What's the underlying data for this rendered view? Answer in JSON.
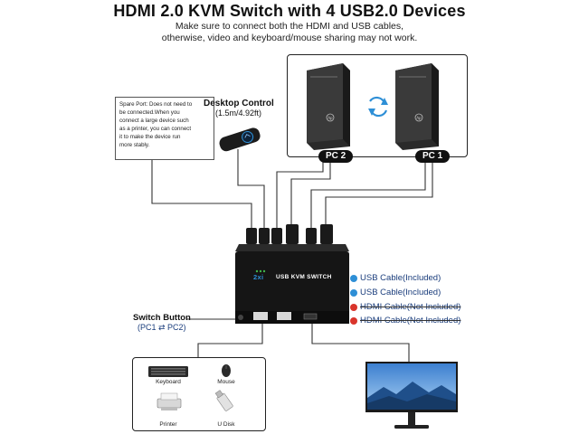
{
  "header": {
    "title": "HDMI 2.0 KVM Switch with 4 USB2.0 Devices",
    "subtitle_line1": "Make sure to connect both the HDMI and USB cables,",
    "subtitle_line2": "otherwise, video and keyboard/mouse sharing may not work."
  },
  "computers": {
    "pc2_label": "PC 2",
    "pc1_label": "PC 1",
    "pc_brand_icon": "hp-logo-icon",
    "swap_icon": "sync-arrows-icon"
  },
  "spare_port": {
    "line1": "Spare Port: Does not need to",
    "line2": "be connected.When you",
    "line3": "connect a large device such",
    "line4": "as a printer, you can connect",
    "line5": "it to make the device run",
    "line6": "more stably."
  },
  "desktop_control": {
    "title": "Desktop Control",
    "length": "(1.5m/4.92ft)"
  },
  "kvm": {
    "brand": "2xi",
    "label": "USB  KVM  SWITCH"
  },
  "legend": {
    "items": [
      {
        "label": "USB Cable(Included)",
        "status": "included",
        "color": "#2e8fd6"
      },
      {
        "label": "USB Cable(Included)",
        "status": "included",
        "color": "#2e8fd6"
      },
      {
        "label": "HDMI Cable(Not Included)",
        "status": "not-included",
        "color": "#d9342b"
      },
      {
        "label": "HDMI Cable(Not Included)",
        "status": "not-included",
        "color": "#d9342b"
      }
    ]
  },
  "switch_button": {
    "label": "Switch Button",
    "detail": "(PC1 ⇄ PC2)"
  },
  "devices": {
    "keyboard": "Keyboard",
    "mouse": "Mouse",
    "printer": "Printer",
    "udisk": "U Disk"
  }
}
